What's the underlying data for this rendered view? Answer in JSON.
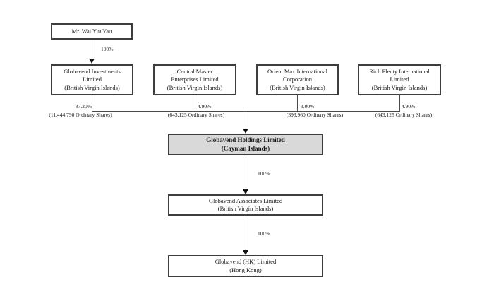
{
  "diagram": {
    "title_implied": "Corporate shareholding structure",
    "colors": {
      "highlight_box_fill": "#d9d9d9",
      "box_border": "#3d3d3d",
      "connector": "#4a4a4a"
    },
    "owner": {
      "label": "Mr. Wai Yiu Yau",
      "ownership_pct": "100%"
    },
    "shareholders": [
      {
        "line1": "Globavend Investments",
        "line2": "Limited",
        "line3": "(British Virgin Islands)",
        "pct": "87.20%",
        "shares": "(11,444,790 Ordinary Shares)"
      },
      {
        "line1": "Central Master",
        "line2": "Enterprises Limited",
        "line3": "(British Virgin Islands)",
        "pct": "4.90%",
        "shares": "(643,125 Ordinary Shares)"
      },
      {
        "line1": "Orient Max International",
        "line2": "Corporation",
        "line3": "(British Virgin Islands)",
        "pct": "3.00%",
        "shares": "(393,960 Ordinary Shares)"
      },
      {
        "line1": "Rich Plenty International",
        "line2": "Limited",
        "line3": "(British Virgin Islands)",
        "pct": "4.90%",
        "shares": "(643,125 Ordinary Shares)"
      }
    ],
    "holding_company": {
      "line1": "Globavend Holdings Limited",
      "line2": "(Cayman Islands)"
    },
    "subsidiary1": {
      "line1": "Globavend Associates Limited",
      "line2": "(British Virgin Islands)",
      "ownership_pct": "100%"
    },
    "subsidiary2": {
      "line1": "Globavend (HK) Limited",
      "line2": "(Hong Kong)",
      "ownership_pct": "100%"
    }
  }
}
